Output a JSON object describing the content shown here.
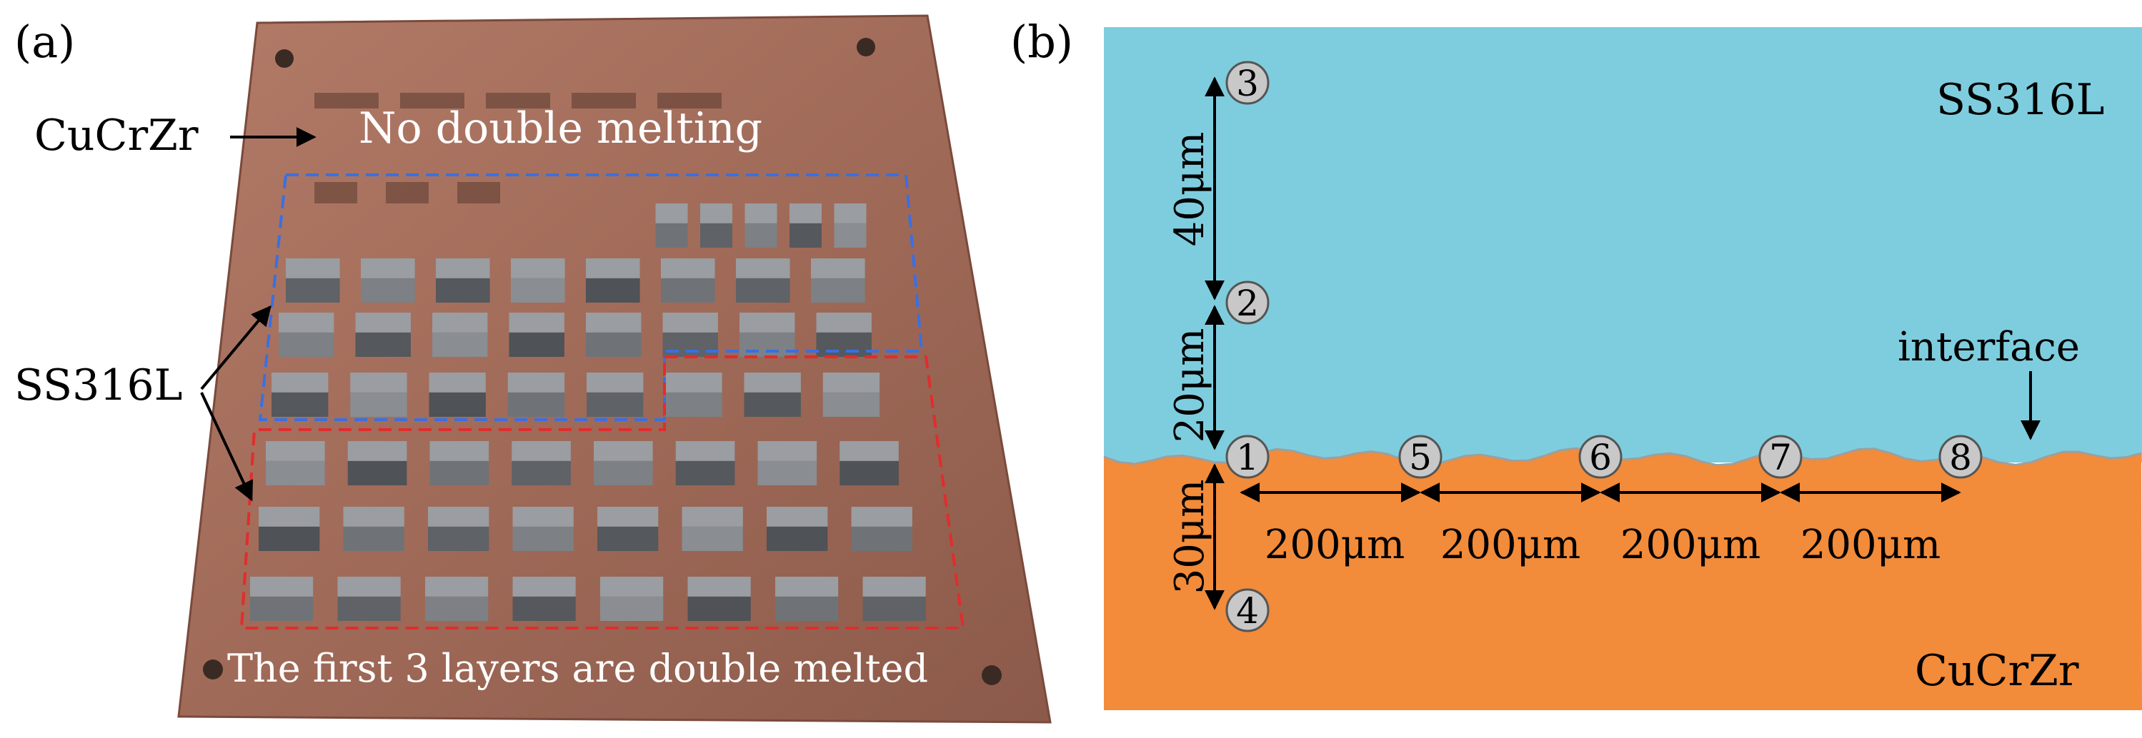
{
  "panel_a": {
    "label": "(a)",
    "top_caption": "No double melting",
    "bottom_caption": "The first 3 layers are double melted",
    "substrate_label": "CuCrZr",
    "sample_label": "SS316L",
    "colors": {
      "plate": "#a8705e",
      "blue_box": "#3b6fe0",
      "red_box": "#e02d2d",
      "block": "#6b6e72"
    }
  },
  "panel_b": {
    "label": "(b)",
    "top_material": "SS316L",
    "bottom_material": "CuCrZr",
    "interface_label": "interface",
    "points": [
      "1",
      "2",
      "3",
      "4",
      "5",
      "6",
      "7",
      "8"
    ],
    "vertical_dims": [
      "40μm",
      "20μm",
      "30μm"
    ],
    "horizontal_dims": [
      "200μm",
      "200μm",
      "200μm",
      "200μm"
    ],
    "colors": {
      "top_region": "#7ecddf",
      "bottom_region": "#f28b3a",
      "point_fill": "#c8c8c8",
      "arrow": "#000000"
    }
  }
}
